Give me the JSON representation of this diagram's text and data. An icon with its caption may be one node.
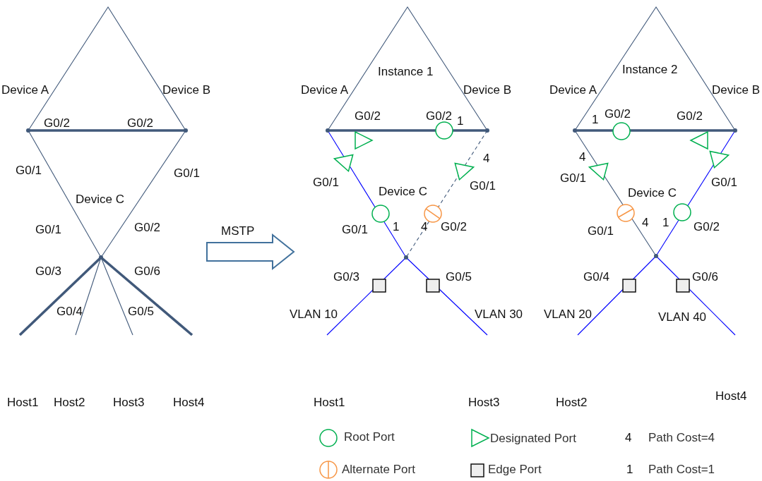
{
  "diagram": {
    "nodes": [
      {
        "text": [
          "Device A"
        ]
      },
      {
        "text": [
          "Device B"
        ]
      },
      {
        "text": [
          "Device C"
        ]
      },
      {
        "text": [
          "Device A"
        ]
      },
      {
        "text": [
          "Device B"
        ]
      },
      {
        "text": [
          "Device C"
        ]
      },
      {
        "text": [
          "Device A"
        ]
      },
      {
        "text": [
          "Device B"
        ]
      },
      {
        "text": [
          "Device C"
        ]
      }
    ],
    "edges": [
      {
        "from": 0,
        "to": 1,
        "arrow": "none",
        "style": "thick"
      },
      {
        "from": 0,
        "to": 1,
        "arrow": "none"
      },
      {
        "from": 0,
        "to": 2,
        "arrow": "none"
      },
      {
        "from": 1,
        "to": 2,
        "arrow": "none"
      },
      {
        "from": 2,
        "to": null,
        "arrow": "none",
        "style": "thick"
      },
      {
        "from": 2,
        "to": null,
        "arrow": "none"
      },
      {
        "from": 2,
        "to": null,
        "arrow": "none"
      },
      {
        "from": 2,
        "to": null,
        "arrow": "none",
        "style": "thick"
      },
      {
        "from": 3,
        "to": 4,
        "arrow": "none",
        "style": "thick"
      },
      {
        "from": 3,
        "to": 4,
        "arrow": "none"
      },
      {
        "from": 3,
        "to": 5,
        "arrow": "none",
        "color": "#0000ff"
      },
      {
        "from": 4,
        "to": 5,
        "arrow": "none",
        "style": "dashed"
      },
      {
        "from": 5,
        "to": null,
        "arrow": "none",
        "color": "#0000ff"
      },
      {
        "from": 5,
        "to": null,
        "arrow": "none",
        "color": "#0000ff"
      },
      {
        "from": 6,
        "to": 7,
        "arrow": "none",
        "style": "thick"
      },
      {
        "from": 6,
        "to": 7,
        "arrow": "none"
      },
      {
        "from": 6,
        "to": 8,
        "arrow": "none"
      },
      {
        "from": 7,
        "to": 8,
        "arrow": "none",
        "color": "#0000ff"
      },
      {
        "from": 8,
        "to": null,
        "arrow": "none",
        "color": "#0000ff"
      },
      {
        "from": 8,
        "to": null,
        "arrow": "none",
        "color": "#0000ff"
      }
    ],
    "labels": [
      "G0/2",
      "G0/2",
      "G0/1",
      "G0/1",
      "G0/1",
      "G0/2",
      "G0/3",
      "G0/6",
      "G0/4",
      "G0/5",
      "MSTP",
      "Instance 1",
      "G0/2",
      "G0/2",
      "1",
      "4",
      "G0/1",
      "G0/1",
      "G0/1",
      "1",
      "4",
      "G0/2",
      "G0/3",
      "G0/5",
      "VLAN 10",
      "VLAN 30",
      "Instance 2",
      "G0/2",
      "G0/2",
      "1",
      "4",
      "G0/1",
      "G0/1",
      "G0/1",
      "4",
      "1",
      "G0/2",
      "G0/4",
      "G0/6",
      "VLAN 20",
      "VLAN 40",
      "Host1",
      "Host2",
      "Host3",
      "Host4",
      "Host1",
      "Host3",
      "Host2",
      "Host4",
      "4",
      "1"
    ],
    "legend": [
      {
        "text": "Root Port"
      },
      {
        "text": "Alternate Port"
      },
      {
        "text": "Designated Port"
      },
      {
        "text": "Edge Port"
      },
      {
        "text": "Path Cost=4"
      },
      {
        "text": "Path Cost=1"
      }
    ]
  }
}
